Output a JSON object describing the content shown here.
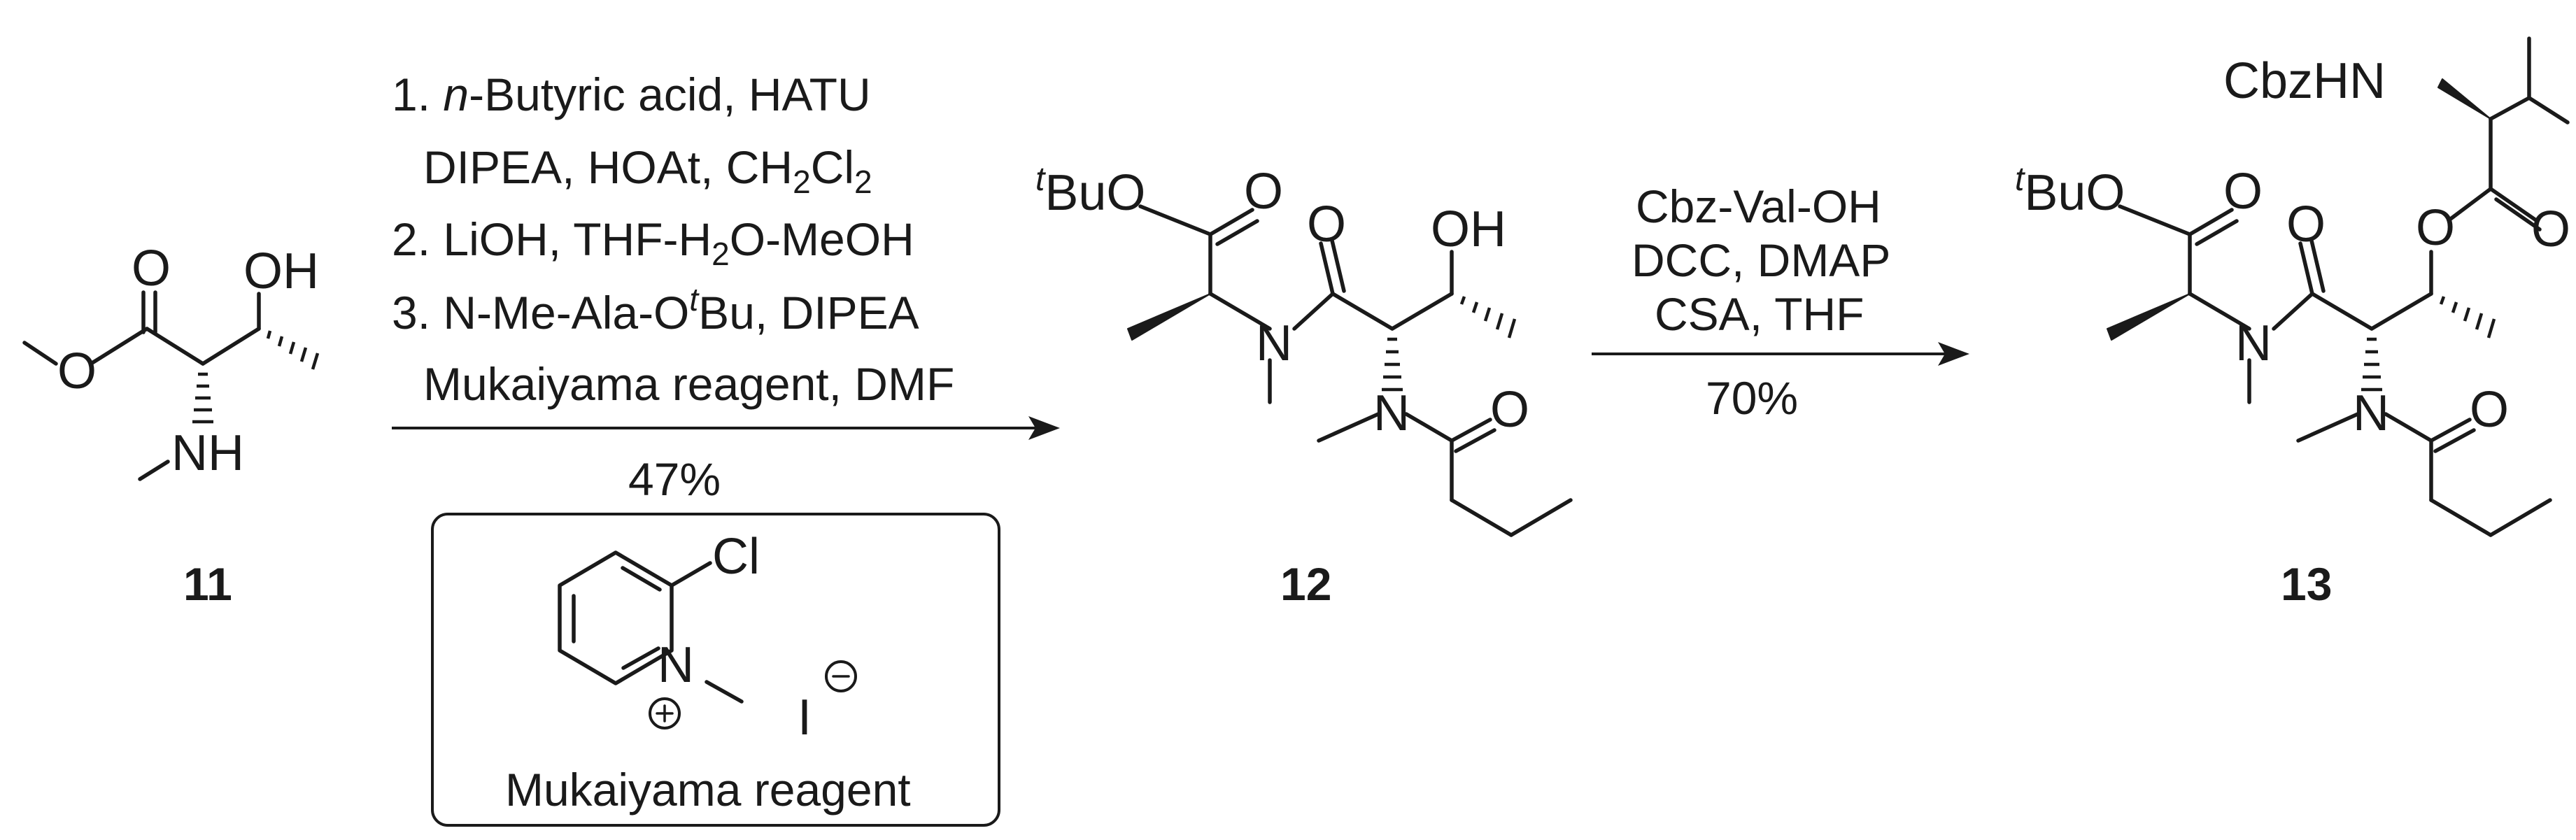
{
  "compound_labels": {
    "c11": "11",
    "c12": "12",
    "c13": "13"
  },
  "atoms": {
    "O": "O",
    "OH": "OH",
    "NH": "NH",
    "N": "N",
    "Cl": "Cl",
    "I": "I",
    "t": "t",
    "BuO": "BuO",
    "CbzHN": "CbzHN"
  },
  "step1": {
    "line1_num": "1. ",
    "line1_italic": "n",
    "line1_rest": "-Butyric acid, HATU",
    "line2_a": "DIPEA, HOAt, CH",
    "line2_sub1": "2",
    "line2_b": "Cl",
    "line2_sub2": "2",
    "line3_a": "2. LiOH, THF-H",
    "line3_sub": "2",
    "line3_b": "O-MeOH",
    "line4_a": "3. N-Me-Ala-O",
    "line4_sup": "t",
    "line4_b": "Bu, DIPEA",
    "line5": "Mukaiyama reagent, DMF",
    "yield": "47%"
  },
  "step2": {
    "line1": "Cbz-Val-OH",
    "line2": "DCC, DMAP",
    "line3": "CSA, THF",
    "yield": "70%"
  },
  "reagent_box": {
    "caption": "Mukaiyama reagent"
  }
}
